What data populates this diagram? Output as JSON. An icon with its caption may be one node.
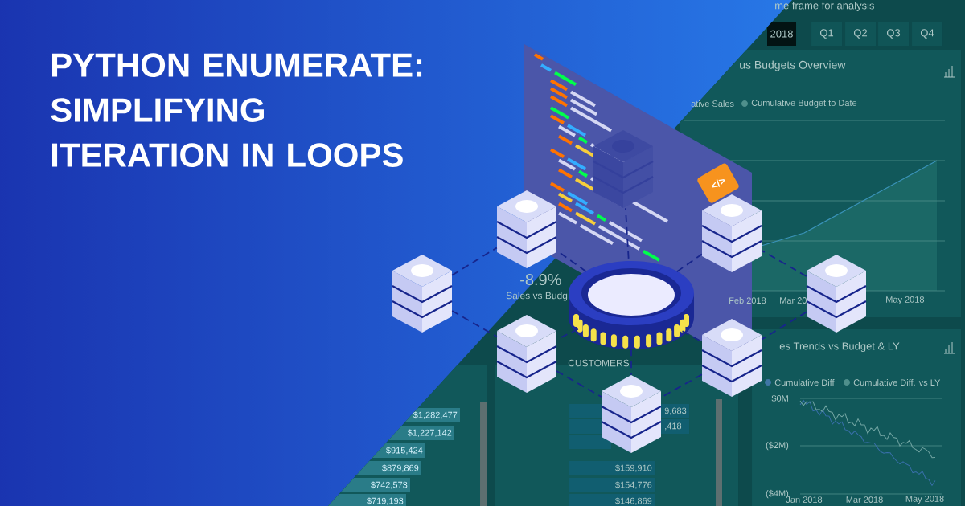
{
  "diagram": {
    "title": "PYTHON ENUMERATE: SIMPLIFYING ITERATION IN LOOPS",
    "nodes": [
      {
        "text": [
          "2018"
        ]
      },
      {
        "text": [
          "Q1"
        ]
      },
      {
        "text": [
          "Q2"
        ]
      },
      {
        "text": [
          "Q3"
        ]
      },
      {
        "text": [
          "Q4"
        ]
      },
      {
        "text": [],
        "shape": "server"
      },
      {
        "text": [],
        "shape": "server"
      },
      {
        "text": [],
        "shape": "server"
      },
      {
        "text": [],
        "shape": "server"
      },
      {
        "text": [],
        "shape": "cylinder"
      },
      {
        "text": [],
        "shape": "server"
      },
      {
        "text": [],
        "shape": "server"
      },
      {
        "text": [],
        "shape": "server"
      },
      {
        "text": [],
        "shape": "server"
      }
    ],
    "edges": [
      {
        "from": 9,
        "to": 5,
        "arrow": "none"
      },
      {
        "from": 9,
        "to": 6,
        "arrow": "none"
      },
      {
        "from": 9,
        "to": 7,
        "arrow": "none"
      },
      {
        "from": 8,
        "to": 6,
        "arrow": "none"
      },
      {
        "from": 10,
        "to": 7,
        "arrow": "none"
      },
      {
        "from": 8,
        "to": 11,
        "arrow": "none"
      },
      {
        "from": 9,
        "to": 11,
        "arrow": "none"
      },
      {
        "from": 9,
        "to": 12,
        "arrow": "none"
      },
      {
        "from": 10,
        "to": 12,
        "arrow": "none"
      },
      {
        "from": 9,
        "to": 13,
        "arrow": "none"
      },
      {
        "from": 11,
        "to": 13,
        "arrow": "none"
      },
      {
        "from": 12,
        "to": 13,
        "arrow": "none"
      }
    ],
    "labels": [
      "me frame for analysis",
      "us Budgets Overview",
      "ative Sales",
      "Cumulative Budget to Date",
      "</>",
      "-8.9%",
      "Sales vs Budg",
      "Feb 2018",
      "Mar 20",
      "May 2018",
      "es Trends vs Budget & LY",
      "CUSTOMERS",
      "Cumulative Diff",
      "Cumulative Diff. vs LY",
      "$0M",
      "9,683",
      "$1,282,477",
      ",418",
      "$1,227,142",
      "$915,424",
      "$879,869",
      "($2M)",
      "$159,910",
      "$742,573",
      "$154,776",
      "$719,193",
      "$146,869",
      "($4M)",
      "Jan 2018",
      "Mar 2018",
      "May 2018"
    ]
  }
}
